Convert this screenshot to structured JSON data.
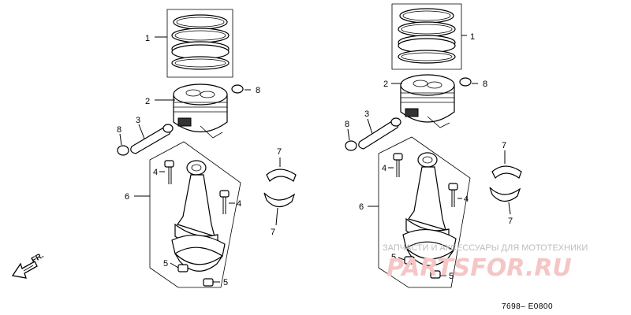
{
  "callouts": {
    "left": [
      "1",
      "2",
      "8",
      "8",
      "3",
      "6",
      "4",
      "4",
      "5",
      "5",
      "7",
      "7"
    ],
    "right": [
      "1",
      "2",
      "8",
      "8",
      "3",
      "6",
      "4",
      "4",
      "5",
      "5",
      "7",
      "7"
    ]
  },
  "direction_label": "FR.",
  "diagram_code": "7698– E0800",
  "watermark": {
    "caption": "ЗАПЧАСТИ И АКСЕССУАРЫ ДЛЯ МОТОТЕХНИКИ",
    "brand": "PARTSFOR.RU"
  }
}
